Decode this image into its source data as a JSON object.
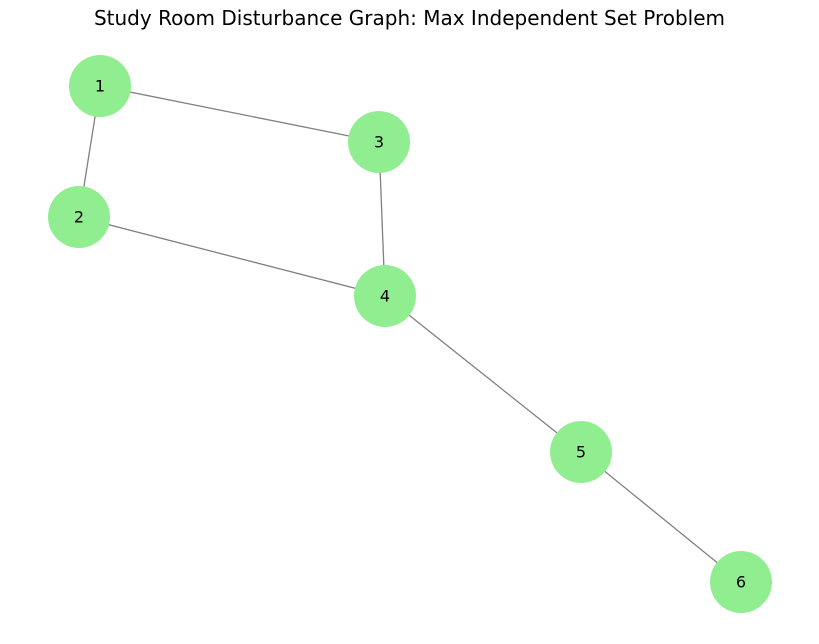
{
  "title": "Study Room Disturbance Graph: Max Independent Set Problem",
  "colors": {
    "node_fill": "#90ee90",
    "edge": "#808080",
    "label": "#000000"
  },
  "graph": {
    "nodes": [
      {
        "id": "1",
        "label": "1"
      },
      {
        "id": "2",
        "label": "2"
      },
      {
        "id": "3",
        "label": "3"
      },
      {
        "id": "4",
        "label": "4"
      },
      {
        "id": "5",
        "label": "5"
      },
      {
        "id": "6",
        "label": "6"
      }
    ],
    "edges": [
      {
        "source": "1",
        "target": "2"
      },
      {
        "source": "1",
        "target": "3"
      },
      {
        "source": "2",
        "target": "4"
      },
      {
        "source": "3",
        "target": "4"
      },
      {
        "source": "4",
        "target": "5"
      },
      {
        "source": "5",
        "target": "6"
      }
    ]
  }
}
